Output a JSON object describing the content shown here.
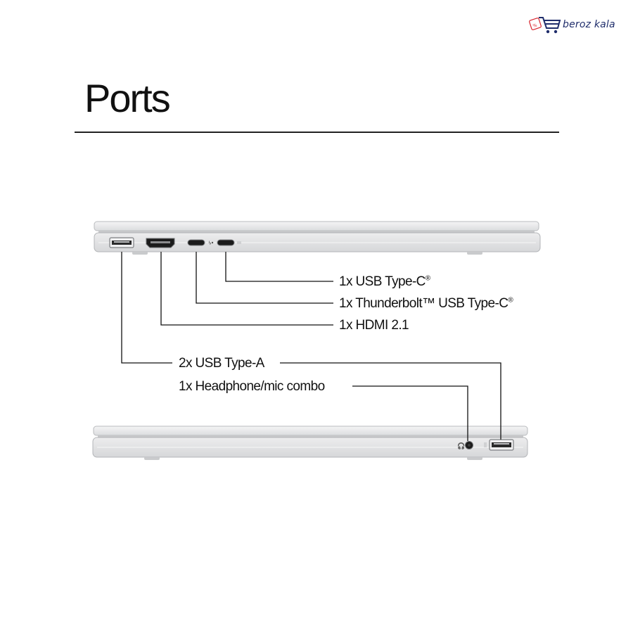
{
  "watermark": {
    "text": "beroz kala",
    "logo_icon": "shopping-cart-icon"
  },
  "title": "Ports",
  "ports": {
    "usb_c": {
      "label": "1x USB Type-C",
      "mark": "®"
    },
    "thunderbolt": {
      "label": "1x Thunderbolt™ USB Type-C",
      "mark": "®"
    },
    "hdmi": {
      "label": "1x HDMI 2.1"
    },
    "usb_a": {
      "label": "2x USB Type-A"
    },
    "headphone": {
      "label": "1x Headphone/mic combo"
    }
  },
  "colors": {
    "laptop_silver": "#e7e8e9",
    "laptop_edge": "#b9bbbe",
    "port_dark": "#1b1b1b",
    "line": "#111111"
  }
}
